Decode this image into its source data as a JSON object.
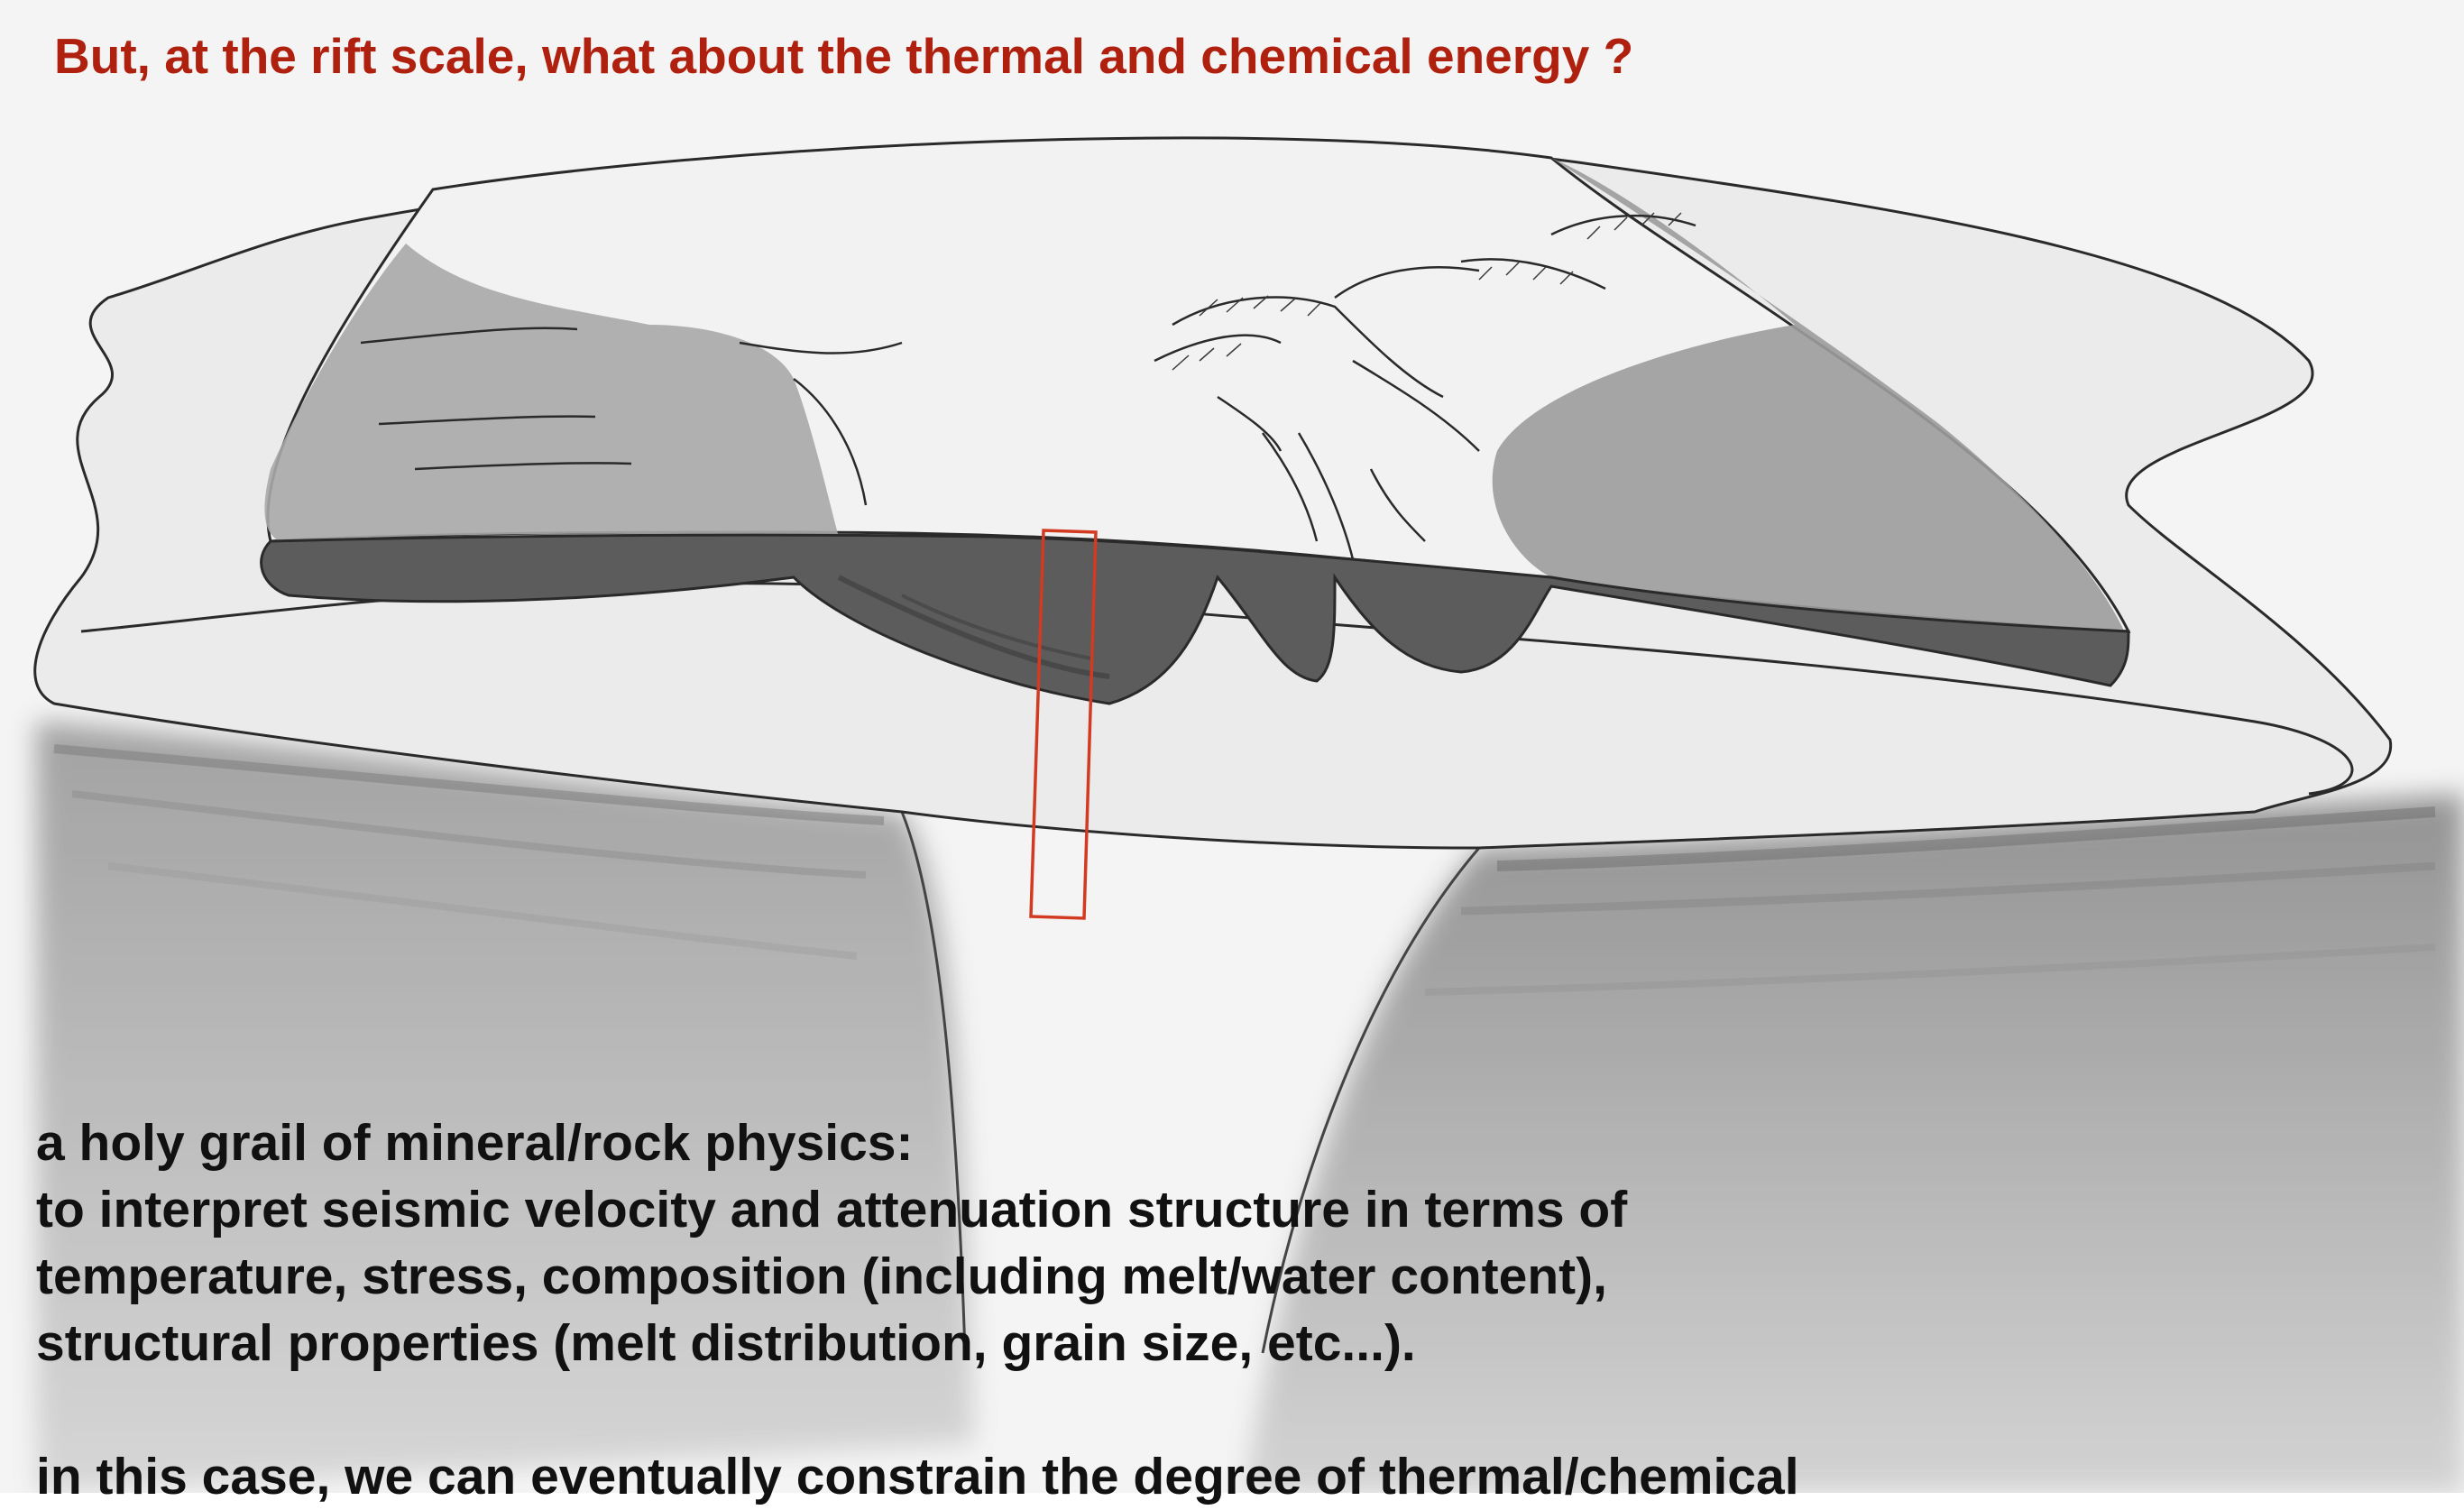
{
  "slide": {
    "title": "But, at the rift scale, what about the thermal and chemical energy ?",
    "title_color": "#b0200f",
    "highlight_color": "#d23a22",
    "lines": [
      "a holy grail of mineral/rock physics:",
      "to interpret seismic velocity and attenuation structure in terms of",
      "temperature, stress, composition (including melt/water content),",
      "structural properties (melt distribution, grain size, etc...).",
      "in this case, we can eventually constrain the degree of thermal/chemical"
    ]
  }
}
